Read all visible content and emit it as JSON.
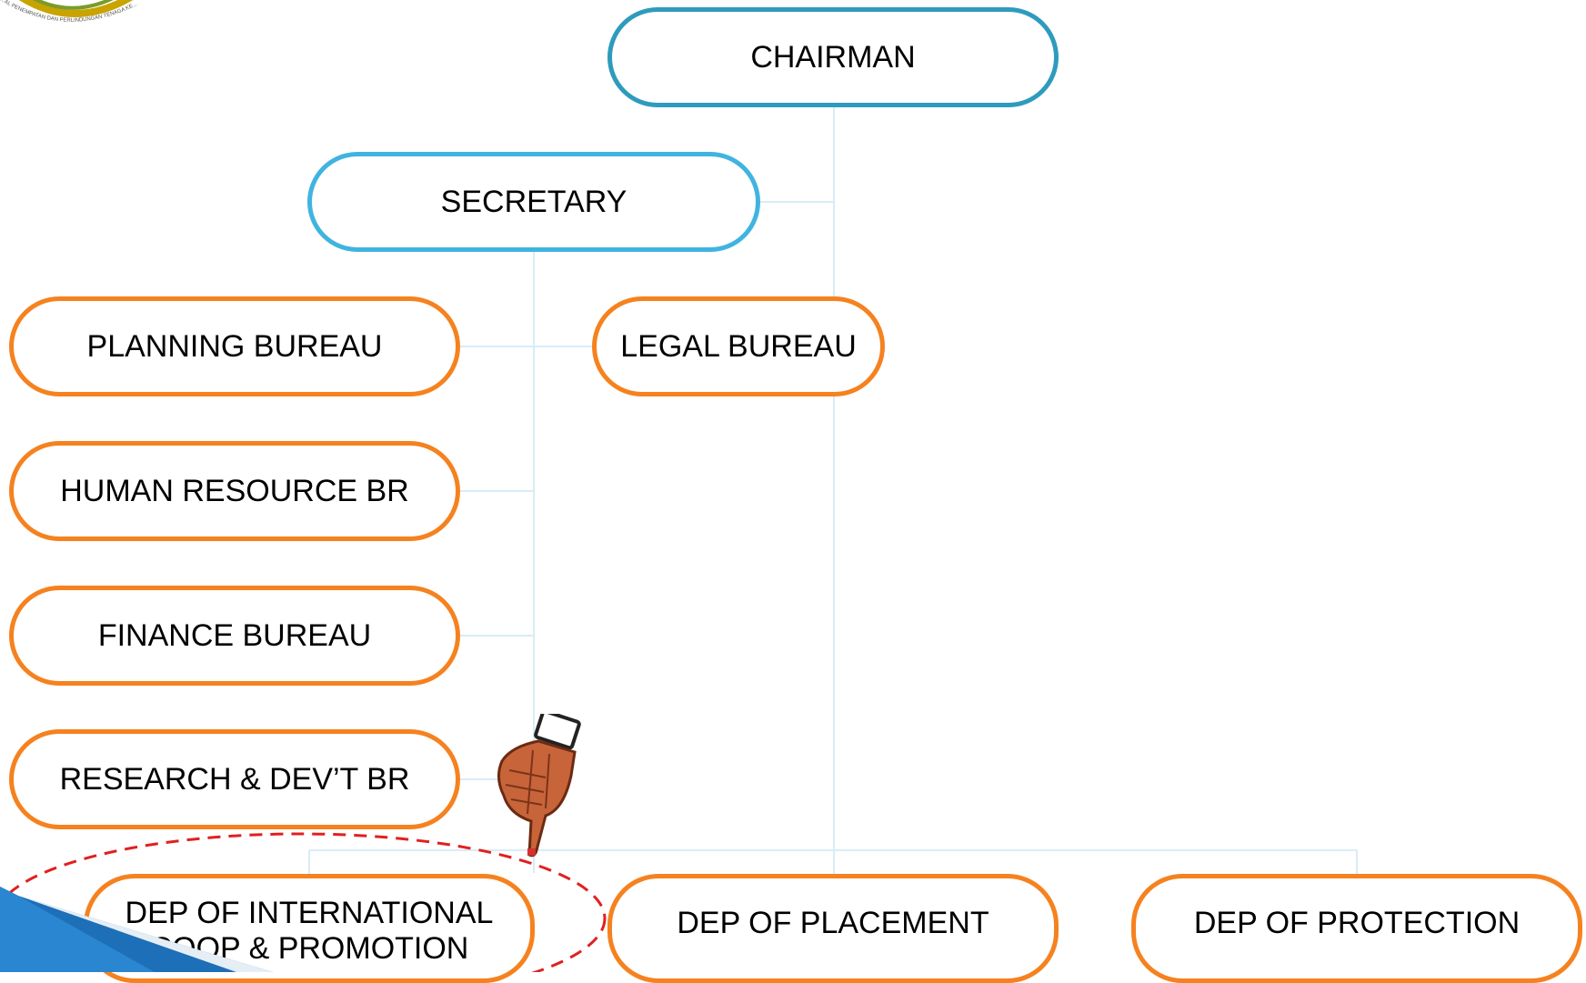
{
  "colors": {
    "chairman_border": "#2e9bbd",
    "secretary_border": "#40b4e0",
    "unit_border": "#f5821f",
    "connector": "#d8ecf6",
    "highlight_ring": "#e02020",
    "corner_accent": "#1d6fb8"
  },
  "nodes": {
    "chairman": "CHAIRMAN",
    "secretary": "SECRETARY",
    "planning": "PLANNING BUREAU",
    "legal": "LEGAL BUREAU",
    "human_resource": "HUMAN RESOURCE BR",
    "finance": "FINANCE BUREAU",
    "research": "RESEARCH & DEV’T BR",
    "intl_line1": "DEP OF INTERNATIONAL",
    "intl_line2": "COOP & PROMOTION",
    "placement": "DEP OF PLACEMENT",
    "protection": "DEP OF PROTECTION"
  },
  "logo_text": "...AL PENEMPATAN DAN PERLINDUNGAN TENAGA KE...",
  "icons": {
    "logo": "agency-logo-icon",
    "pointer": "pointing-hand-icon",
    "corner": "corner-arrow-decoration"
  }
}
